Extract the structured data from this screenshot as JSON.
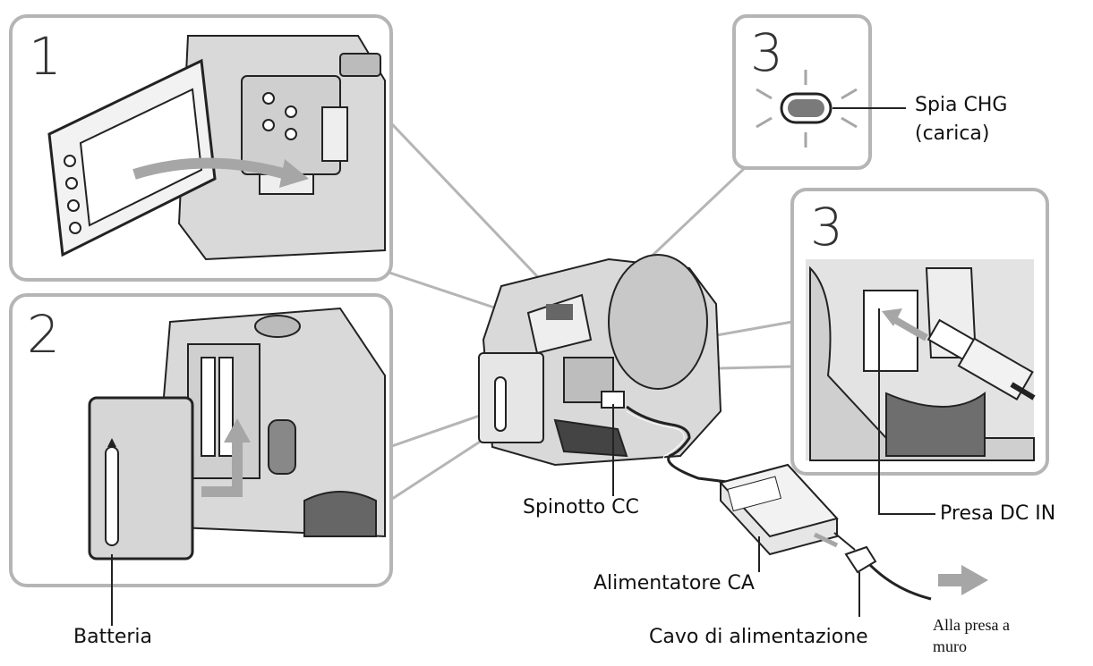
{
  "steps": {
    "panel1": "1",
    "panel2": "2",
    "panel3_led": "3",
    "panel3_plug": "3"
  },
  "labels": {
    "spia_line1": "Spia CHG",
    "spia_line2": "(carica)",
    "presa_dc_in": "Presa DC IN",
    "spinotto_cc": "Spinotto CC",
    "alimentatore_ca": "Alimentatore CA",
    "cavo_alimentazione": "Cavo di alimentazione",
    "alla_presa_line1": "Alla presa a",
    "alla_presa_line2": "muro",
    "batteria": "Batteria"
  },
  "colors": {
    "panel_border": "#b5b5b5",
    "line_art": "#222222",
    "gray_fill": "#d9d9d9",
    "dark_gray": "#6e6e6e",
    "arrow_gray": "#a6a6a6"
  }
}
